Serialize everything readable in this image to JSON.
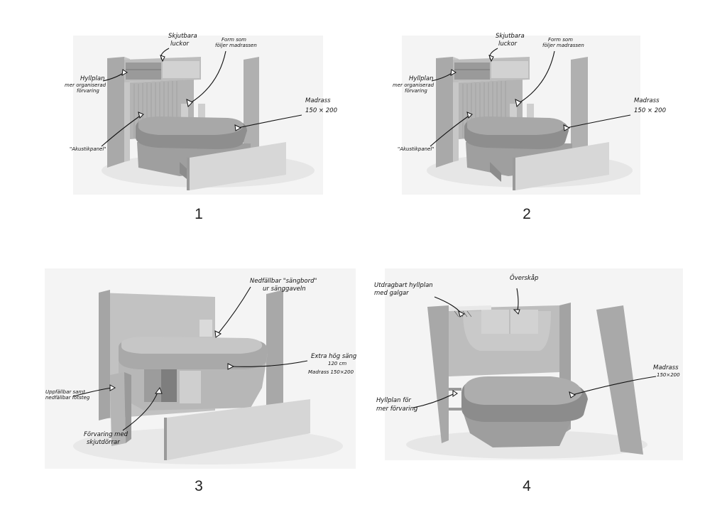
{
  "panels": [
    {
      "number": "1",
      "labels": {
        "top": [
          "Skjutbara",
          "luckor"
        ],
        "form": [
          "Form som",
          "följer madrassen"
        ],
        "shelf": [
          "Hyllplan",
          "mer organiserad",
          "förvaring"
        ],
        "mattress": [
          "Madrass",
          "150 × 200"
        ],
        "panel": "\"Akustikpanel\""
      }
    },
    {
      "number": "2",
      "labels": {
        "top": [
          "Skjutbara",
          "luckor"
        ],
        "form": [
          "Form som",
          "följer madrassen"
        ],
        "shelf": [
          "Hyllplan",
          "mer organiserad",
          "förvaring"
        ],
        "mattress": [
          "Madrass",
          "150 × 200"
        ],
        "panel": "\"Akustikpanel\""
      }
    },
    {
      "number": "3",
      "labels": {
        "fold": [
          "Nedfällbar \"sängbord\"",
          "ur sänggaveln"
        ],
        "bed": [
          "Extra hög säng",
          "120 cm",
          "Madrass 150×200"
        ],
        "side": [
          "Uppfällbar samt",
          "nedfällbar fotsteg"
        ],
        "storage": [
          "Förvaring med",
          "skjutdörrar"
        ]
      }
    },
    {
      "number": "4",
      "labels": {
        "pull": [
          "Utdragbart hyllplan",
          "med galgar"
        ],
        "over": "Överskåp",
        "mattress": [
          "Madrass",
          "150×200"
        ],
        "shelf": [
          "Hyllplan för",
          "mer förvaring"
        ]
      }
    }
  ]
}
